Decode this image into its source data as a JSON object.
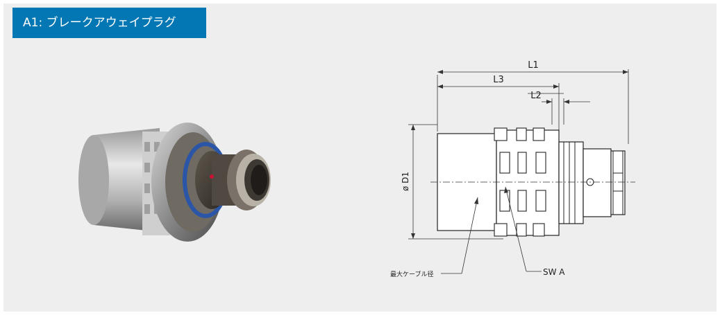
{
  "title": "A1: ブレークアウェイプラグ",
  "drawing": {
    "dim_l1": "L1",
    "dim_l3": "L3",
    "dim_l2": "L2",
    "dim_d1": "ø D1",
    "label_cable": "最大ケーブル径",
    "label_sw": "SW A"
  },
  "colors": {
    "header_bg": "#0277b3",
    "panel_bg": "#eeeeee",
    "accent_ring": "#2b56a8",
    "red_dot": "#cc1133"
  }
}
